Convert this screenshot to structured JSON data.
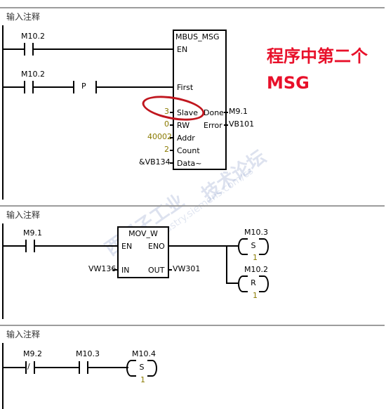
{
  "networks": [
    {
      "comment": "输入注释"
    },
    {
      "comment": "输入注释"
    },
    {
      "comment": "输入注释"
    }
  ],
  "net1": {
    "contact1": "M10.2",
    "contact2": "M10.2",
    "p_label": "P",
    "block_title": "MBUS_MSG",
    "pins": {
      "en": "EN",
      "first": "First",
      "slave": "Slave",
      "rw": "RW",
      "addr": "Addr",
      "count": "Count",
      "data": "Data~",
      "done": "Done",
      "error": "Error"
    },
    "values": {
      "slave": "3",
      "rw": "0",
      "addr": "40002",
      "count": "2",
      "data": "&VB134",
      "done": "M9.1",
      "error": "VB101"
    }
  },
  "annotation": {
    "line1": "程序中第二个",
    "line2": "MSG",
    "color": "#e8102a"
  },
  "net2": {
    "contact": "M9.1",
    "block_title": "MOV_W",
    "pins": {
      "en": "EN",
      "eno": "ENO",
      "in": "IN",
      "out": "OUT"
    },
    "in_value": "VW136",
    "out_value": "VW301",
    "coil1": {
      "addr": "M10.3",
      "type": "S",
      "count": "1"
    },
    "coil2": {
      "addr": "M10.2",
      "type": "R",
      "count": "1"
    }
  },
  "net3": {
    "contact1": "M9.2",
    "contact1_type": "/",
    "contact2": "M10.3",
    "coil": {
      "addr": "M10.4",
      "type": "S",
      "count": "1"
    }
  },
  "watermark": {
    "text1": "西门子工业",
    "text2": "技术论坛",
    "url1": "support.industry.siemens.com/cs"
  }
}
